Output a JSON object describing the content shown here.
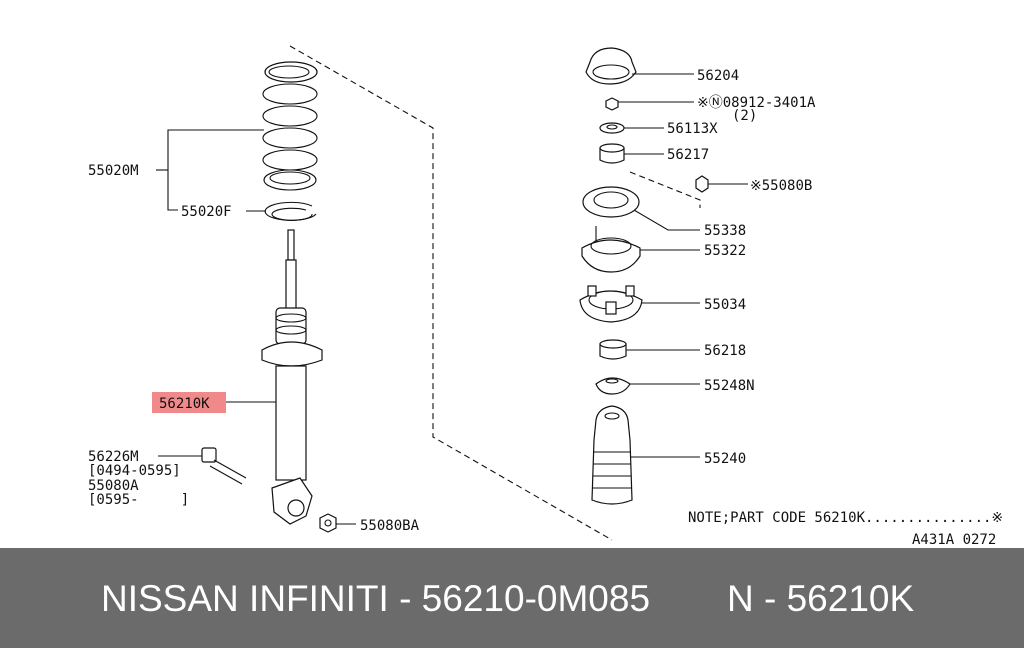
{
  "labels": {
    "coil_spring": "55020M",
    "spring_seat_lower": "55020F",
    "shock_absorber": "56210K",
    "bolt": "56226M",
    "bolt_date1": "[0494-0595]",
    "bolt_alt": "55080A",
    "bolt_date2": "[0595-     ]",
    "nut_lower": "55080BA",
    "cap": "56204",
    "nut_top": "※Ⓝ08912-3401A",
    "nut_top_qty": "(2)",
    "washer": "56113X",
    "bushing_upper": "56217",
    "nut_mount": "※55080B",
    "insulator": "55338",
    "mount": "55322",
    "seat": "55034",
    "bushing_lower": "56218",
    "bound_bumper_cover": "55248N",
    "bound_bumper": "55240",
    "note": "NOTE;PART CODE 56210K...............※",
    "figure_code": "A431A 0272"
  },
  "highlight_color": "#f08a8a",
  "banner": {
    "left_text": "NISSAN INFINITI - 56210-0M085",
    "right_text": "N - 56210K",
    "background": "#6b6b6b"
  }
}
